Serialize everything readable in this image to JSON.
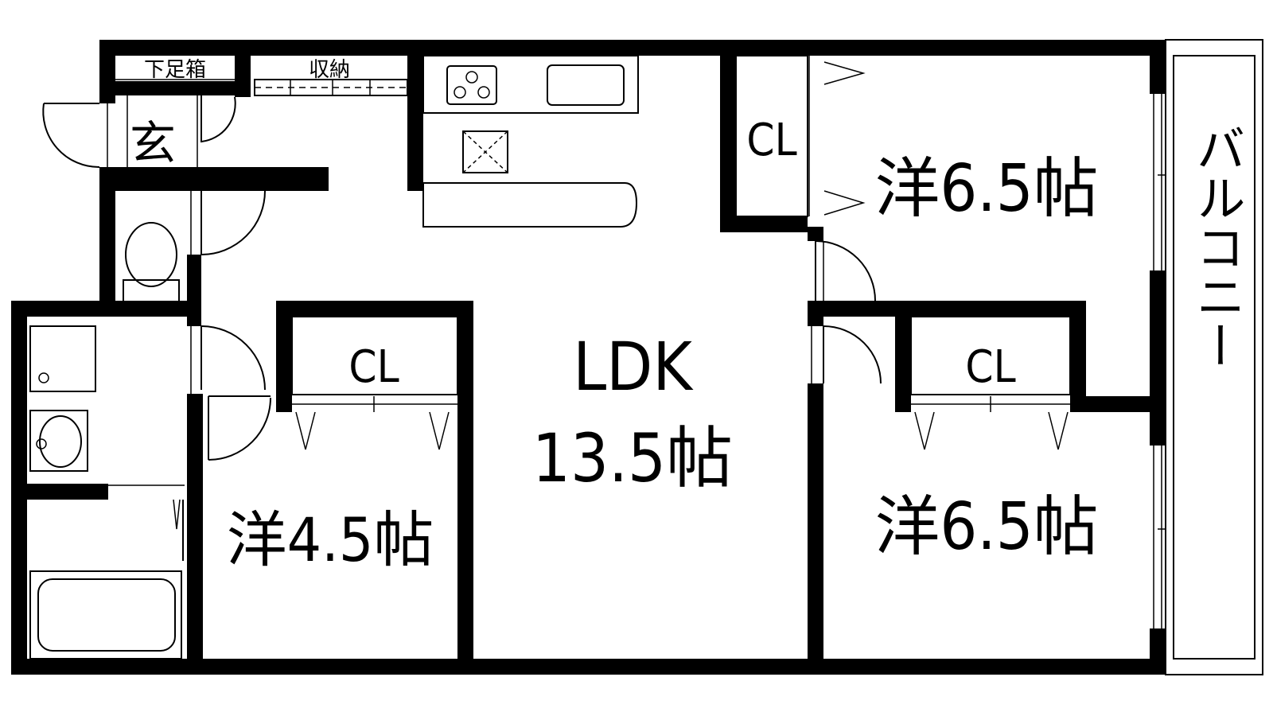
{
  "rooms": {
    "genkan": "玄",
    "shoe_box": "下足箱",
    "storage": "収納",
    "ldk_name": "LDK",
    "ldk_size": "13.5帖",
    "west_room": "洋4.5帖",
    "ne_room": "洋6.5帖",
    "se_room": "洋6.5帖",
    "closet_1": "CL",
    "closet_2": "CL",
    "closet_3": "CL",
    "balcony": "バルコニー"
  },
  "colors": {
    "wall": "#000000",
    "background": "#ffffff"
  }
}
